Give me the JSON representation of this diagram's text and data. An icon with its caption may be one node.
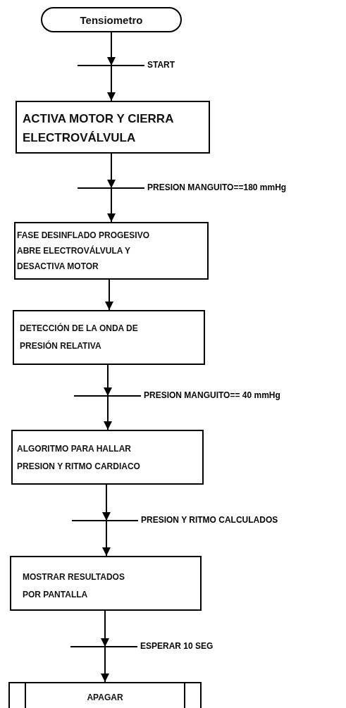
{
  "diagram": {
    "nodes": [
      {
        "text": [
          "Tensiometro"
        ]
      },
      {
        "text": [
          "ACTIVA MOTOR Y CIERRA ELECTROVÁLVULA"
        ]
      },
      {
        "text": [
          "FASE DESINFLADO PROGESIVO ABRE ELECTROVÁLVULA Y DESACTIVA MOTOR"
        ]
      },
      {
        "text": [
          "DETECCIÓN DE LA ONDA DE PRESIÓN RELATIVA"
        ]
      },
      {
        "text": [
          "ALGORITMO PARA HALLAR PRESION Y RITMO CARDIACO"
        ]
      },
      {
        "text": [
          "MOSTRAR RESULTADOS POR PANTALLA"
        ]
      },
      {
        "text": [
          "APAGAR"
        ]
      }
    ],
    "edges": [
      {
        "from": 0,
        "to": 1,
        "arrow": "to",
        "label": "START"
      },
      {
        "from": 1,
        "to": 2,
        "arrow": "to",
        "label": "PRESION MANGUITO==180 mmHg"
      },
      {
        "from": 2,
        "to": 3,
        "arrow": "to"
      },
      {
        "from": 3,
        "to": 4,
        "arrow": "to",
        "label": "PRESION MANGUITO== 40 mmHg"
      },
      {
        "from": 4,
        "to": 5,
        "arrow": "to",
        "label": "PRESION Y RITMO CALCULADOS"
      },
      {
        "from": 5,
        "to": 6,
        "arrow": "to",
        "label": "ESPERAR 10 SEG"
      }
    ]
  }
}
